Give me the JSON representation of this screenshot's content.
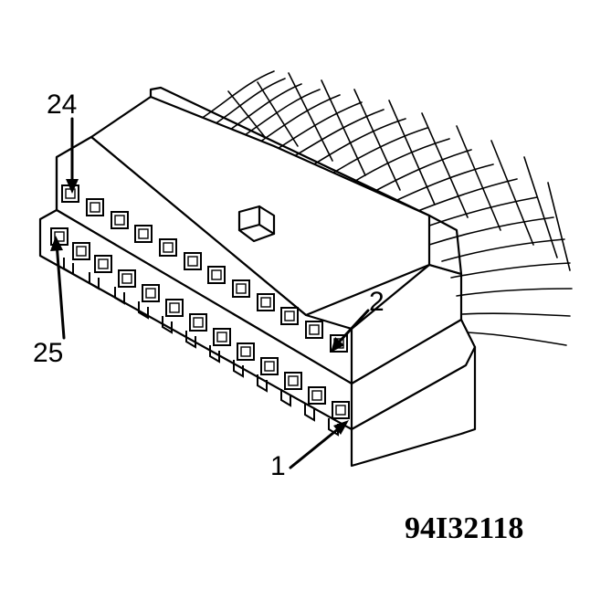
{
  "labels": {
    "pin_24": "24",
    "pin_25": "25",
    "pin_2": "2",
    "pin_1": "1"
  },
  "figure_id": "94I32118",
  "colors": {
    "ink": "#000000",
    "paper": "#ffffff"
  }
}
